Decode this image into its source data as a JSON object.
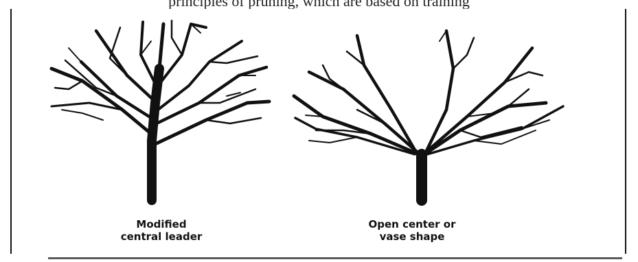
{
  "caption_top": "principles of pruning, which are based on training",
  "trees": {
    "left": {
      "line1": "Modified",
      "line2": "central leader"
    },
    "right": {
      "line1": "Open center or",
      "line2": "vase shape"
    }
  },
  "colors": {
    "ink": "#111111",
    "background": "#ffffff",
    "rule": "#5a5a5a"
  }
}
